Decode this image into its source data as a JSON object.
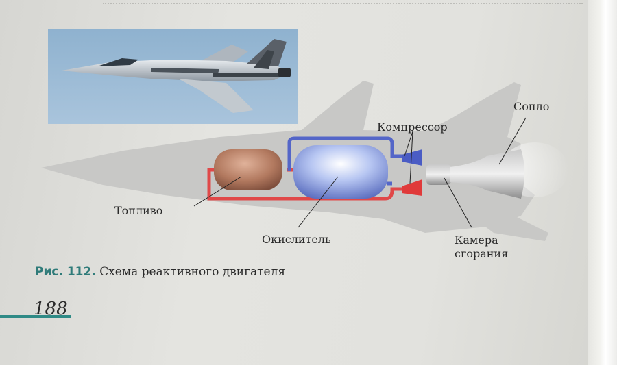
{
  "labels": {
    "fuel": "Топливо",
    "oxidizer": "Окислитель",
    "compressor": "Компрессор",
    "nozzle": "Сопло",
    "chamber_line1": "Камера",
    "chamber_line2": "сгорания"
  },
  "caption": {
    "figure": "Рис. 112.",
    "text": "Схема реактивного двигателя"
  },
  "page_number": "188",
  "colors": {
    "accent": "#2f7b79",
    "fuel_tank": "#b07a62",
    "oxidizer_tank": "#8aa0e0",
    "pipe_red": "#e04848",
    "pipe_blue": "#5466c8"
  }
}
